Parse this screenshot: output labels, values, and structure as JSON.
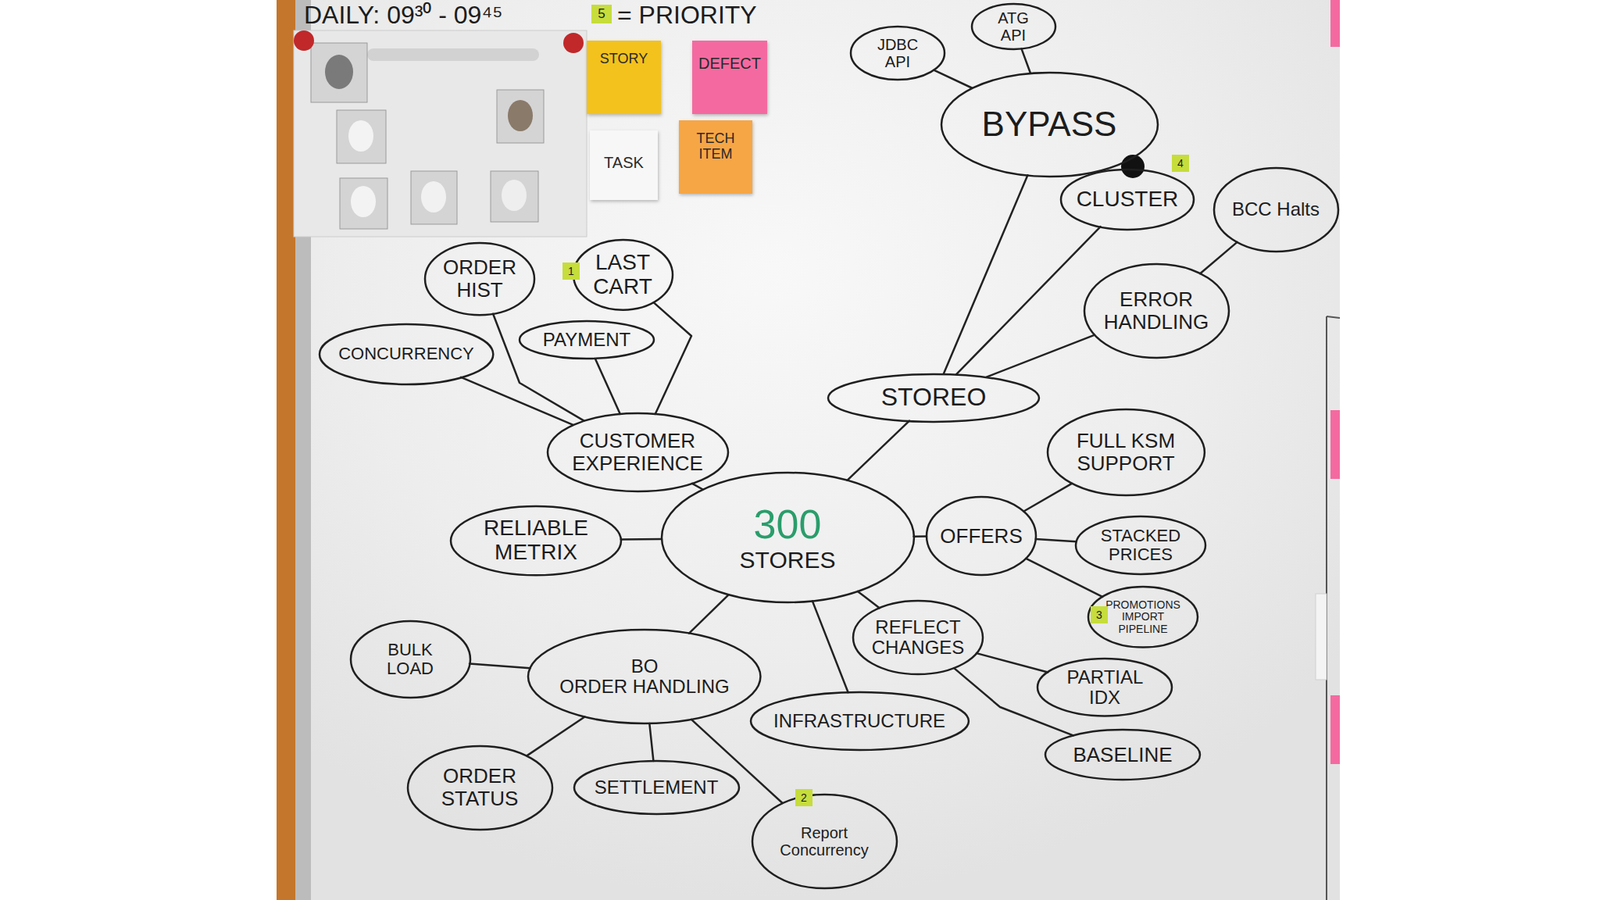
{
  "diagram": {
    "nodes": [
      {
        "text": [
          "JDBC API"
        ]
      },
      {
        "text": [
          "ATG API"
        ]
      },
      {
        "text": [
          "BYPASS"
        ]
      },
      {
        "text": [
          "CLUSTER"
        ]
      },
      {
        "text": [
          "BCC Halts"
        ]
      },
      {
        "text": [
          "ORDER HIST"
        ]
      },
      {
        "text": [
          "LAST CART"
        ]
      },
      {
        "text": [
          "ERROR HANDLING"
        ]
      },
      {
        "text": [
          "CONCURRENCY"
        ]
      },
      {
        "text": [
          "PAYMENT"
        ]
      },
      {
        "text": [
          "STOREO"
        ]
      },
      {
        "text": [
          "CUSTOMER EXPERIENCE"
        ]
      },
      {
        "text": [
          "FULL KSM SUPPORT"
        ]
      },
      {
        "text": [
          "RELIABLE METRIX"
        ]
      },
      {
        "text": [
          "300",
          "STORES"
        ]
      },
      {
        "text": [
          "OFFERS"
        ]
      },
      {
        "text": [
          "STACKED PRICES"
        ]
      },
      {
        "text": [
          "PROMOTIONS IMPORT PIPELINE"
        ]
      },
      {
        "text": [
          "BULK LOAD"
        ]
      },
      {
        "text": [
          "BO ORDER HANDLING"
        ]
      },
      {
        "text": [
          "REFLECT CHANGES"
        ]
      },
      {
        "text": [
          "PARTIAL IDX"
        ]
      },
      {
        "text": [
          "INFRASTRUCTURE"
        ]
      },
      {
        "text": [
          "BASELINE"
        ]
      },
      {
        "text": [
          "ORDER STATUS"
        ]
      },
      {
        "text": [
          "SETTLEMENT"
        ]
      },
      {
        "text": [
          "Report Concurrency"
        ]
      }
    ],
    "edges": [
      {
        "from": 0,
        "to": 2,
        "arrow": "none"
      },
      {
        "from": 1,
        "to": 2,
        "arrow": "none"
      },
      {
        "from": 2,
        "to": 10,
        "arrow": "none"
      },
      {
        "from": 3,
        "to": 10,
        "arrow": "none"
      },
      {
        "from": 4,
        "to": 7,
        "arrow": "none"
      },
      {
        "from": 7,
        "to": 10,
        "arrow": "none"
      },
      {
        "from": 10,
        "to": 14,
        "arrow": "none"
      },
      {
        "from": 5,
        "to": 11,
        "arrow": "none"
      },
      {
        "from": 6,
        "to": 11,
        "arrow": "none"
      },
      {
        "from": 9,
        "to": 11,
        "arrow": "none"
      },
      {
        "from": 8,
        "to": 11,
        "arrow": "none"
      },
      {
        "from": 11,
        "to": 14,
        "arrow": "none"
      },
      {
        "from": 13,
        "to": 14,
        "arrow": "none"
      },
      {
        "from": 14,
        "to": 15,
        "arrow": "none"
      },
      {
        "from": 15,
        "to": 12,
        "arrow": "none"
      },
      {
        "from": 15,
        "to": 16,
        "arrow": "none"
      },
      {
        "from": 15,
        "to": 17,
        "arrow": "none"
      },
      {
        "from": 14,
        "to": 20,
        "arrow": "none"
      },
      {
        "from": 20,
        "to": 21,
        "arrow": "none"
      },
      {
        "from": 20,
        "to": 23,
        "arrow": "none"
      },
      {
        "from": 14,
        "to": 22,
        "arrow": "none"
      },
      {
        "from": 14,
        "to": 19,
        "arrow": "none"
      },
      {
        "from": 19,
        "to": 18,
        "arrow": "none"
      },
      {
        "from": 19,
        "to": 24,
        "arrow": "none"
      },
      {
        "from": 19,
        "to": 25,
        "arrow": "none"
      },
      {
        "from": 19,
        "to": 26,
        "arrow": "none"
      }
    ],
    "labels": [
      "DAILY: 09³⁰ - 09⁴⁵",
      "5",
      "1",
      "4",
      "3",
      "2"
    ],
    "legend": [
      {
        "text": "= PRIORITY",
        "color": "#c6dd3c"
      },
      {
        "text": "STORY",
        "color": "#f3c21c"
      },
      {
        "text": "DEFECT",
        "color": "#f46aa0"
      },
      {
        "text": "TASK",
        "color": "#f7f7f7"
      },
      {
        "text": "TECH ITEM",
        "color": "#f7a645"
      }
    ]
  }
}
